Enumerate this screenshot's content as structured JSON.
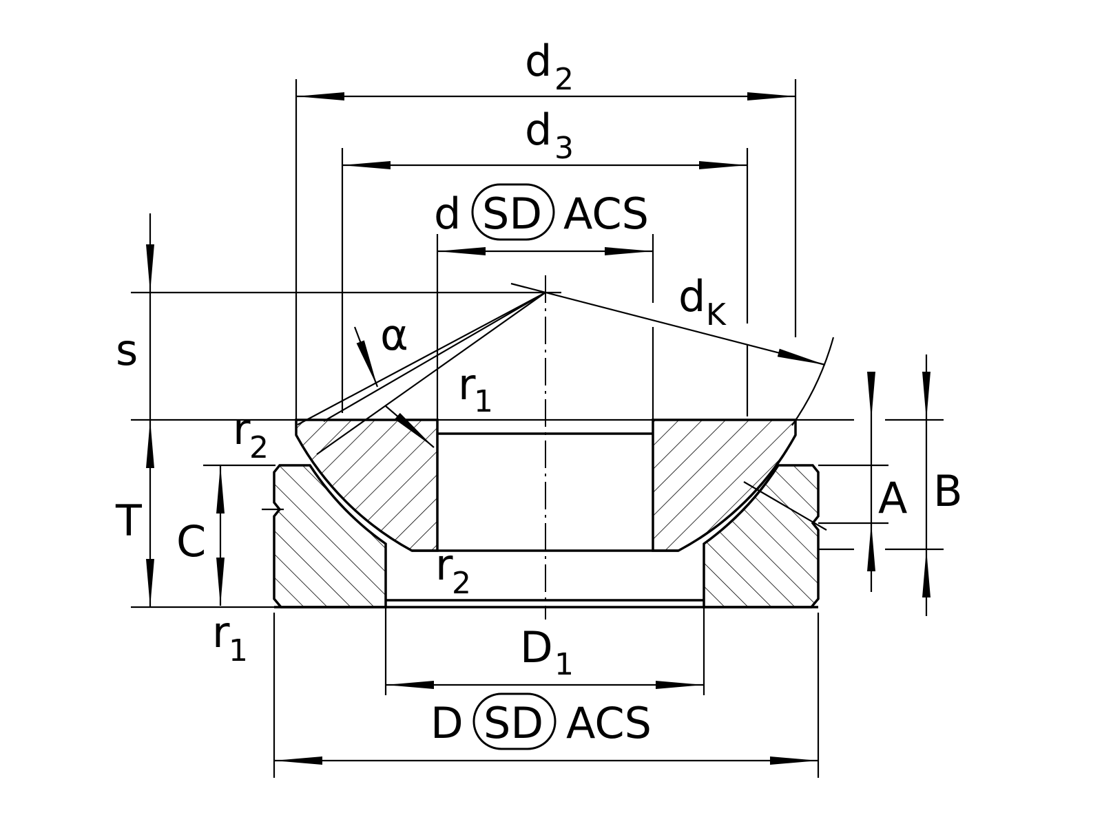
{
  "drawing": {
    "title": "Spherical plain thrust bearing dimension drawing",
    "labels": {
      "d2": {
        "main": "d",
        "sub": "2"
      },
      "d3": {
        "main": "d",
        "sub": "3"
      },
      "d": {
        "main": "d",
        "badge": "SD",
        "suffix": "ACS"
      },
      "dK": {
        "main": "d",
        "sub": "K"
      },
      "s": "s",
      "alpha": "α",
      "r1_top": {
        "main": "r",
        "sub": "1"
      },
      "r2_top": {
        "main": "r",
        "sub": "2"
      },
      "T": "T",
      "C": "C",
      "A": "A",
      "B": "B",
      "r2_bottom": {
        "main": "r",
        "sub": "2"
      },
      "r1_bottom": {
        "main": "r",
        "sub": "1"
      },
      "D1": {
        "main": "D",
        "sub": "1"
      },
      "D": {
        "main": "D",
        "badge": "SD",
        "suffix": "ACS"
      }
    }
  }
}
